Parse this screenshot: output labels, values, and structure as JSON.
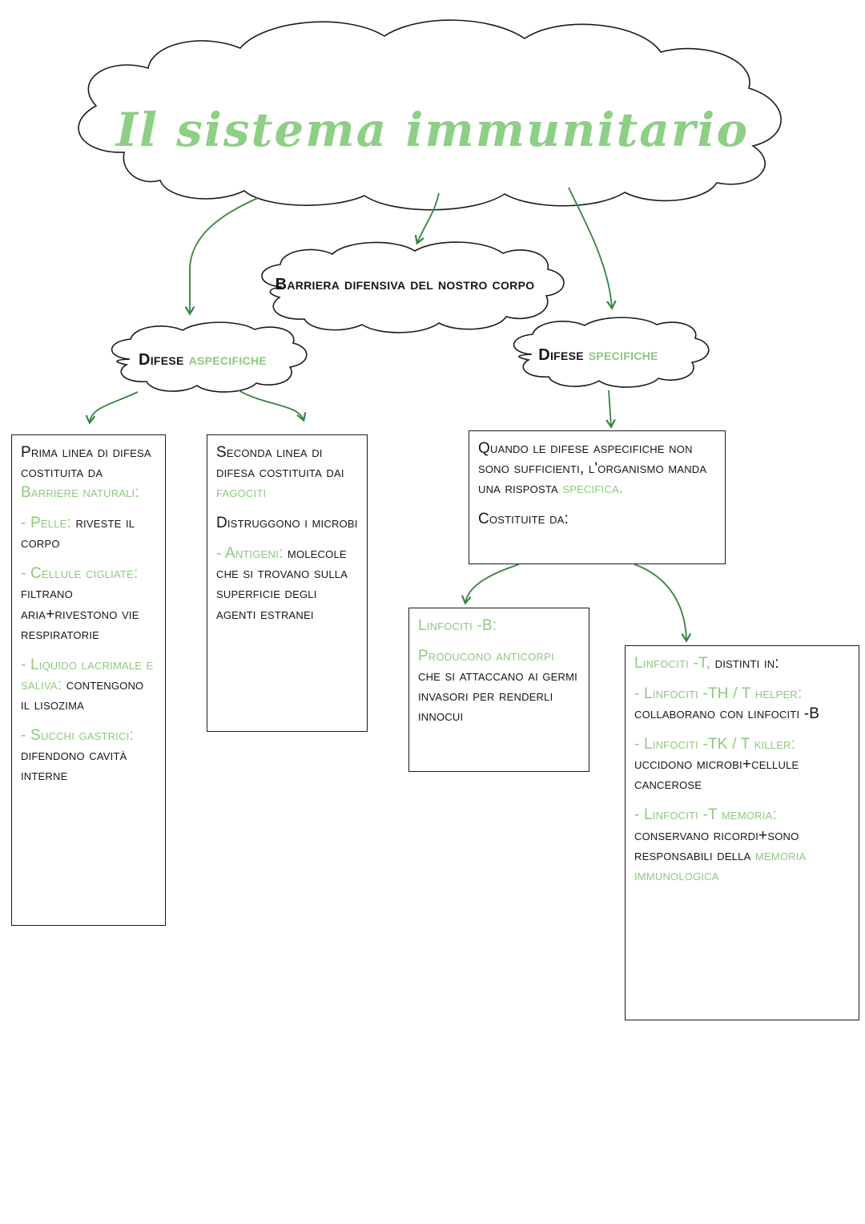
{
  "page": {
    "title_label": "Il sistema immunitario"
  },
  "colors": {
    "accent_green": "#8cc97e",
    "title_green": "#8ecf86",
    "arrow_green": "#35843e",
    "outline": "#1b1b1b",
    "text": "#161616",
    "background": "#ffffff"
  },
  "clouds": {
    "barrier_label": "Barriera difensiva del nostro corpo",
    "aspecific": {
      "prefix": "Difese ",
      "highlight": "aspecifiche"
    },
    "specific": {
      "prefix": "Difese ",
      "highlight": "specifiche"
    }
  },
  "boxes": {
    "first_line": [
      [
        {
          "t": "Prima linea di difesa costituita da ",
          "g": false
        },
        {
          "t": "Barriere naturali:",
          "g": true
        }
      ],
      [
        {
          "t": "- Pelle:",
          "g": true
        },
        {
          "t": " riveste il corpo",
          "g": false
        }
      ],
      [
        {
          "t": "- Cellule cigliate:",
          "g": true
        },
        {
          "t": " filtrano aria+rivestono vie respiratorie",
          "g": false
        }
      ],
      [
        {
          "t": "- Liquido lacrimale e saliva:",
          "g": true
        },
        {
          "t": " contengono il lisozima",
          "g": false
        }
      ],
      [
        {
          "t": "- Succhi gastrici:",
          "g": true
        },
        {
          "t": " difendono cavità interne",
          "g": false
        }
      ]
    ],
    "second_line": [
      [
        {
          "t": "Seconda linea di difesa costituita dai ",
          "g": false
        },
        {
          "t": "fagociti",
          "g": true
        }
      ],
      [
        {
          "t": "Distruggono i microbi",
          "g": false
        }
      ],
      [
        {
          "t": "- Antigeni:",
          "g": true
        },
        {
          "t": " molecole che si trovano sulla superficie degli agenti estranei",
          "g": false
        }
      ]
    ],
    "specific_intro": [
      [
        {
          "t": "Quando le difese aspecifiche non sono sufficienti, l'organismo manda una risposta ",
          "g": false
        },
        {
          "t": "specifica.",
          "g": true
        }
      ],
      [
        {
          "t": "Costituite da:",
          "g": false
        }
      ]
    ],
    "lymph_b": [
      [
        {
          "t": "Linfociti -B:",
          "g": true
        }
      ],
      [
        {
          "t": "Producono anticorpi",
          "g": true
        },
        {
          "t": " che si attaccano ai germi invasori per renderli innocui",
          "g": false
        }
      ]
    ],
    "lymph_t": [
      [
        {
          "t": "Linfociti -T,",
          "g": true
        },
        {
          "t": " distinti in:",
          "g": false
        }
      ],
      [
        {
          "t": "- Linfociti -TH / T helper:",
          "g": true
        },
        {
          "t": " collaborano con linfociti -B",
          "g": false
        }
      ],
      [
        {
          "t": "- Linfociti -TK / T killer:",
          "g": true
        },
        {
          "t": " uccidono microbi+cellule cancerose",
          "g": false
        }
      ],
      [
        {
          "t": "- Linfociti -T memoria:",
          "g": true
        },
        {
          "t": " conservano ricordi+sono responsabili della ",
          "g": false
        },
        {
          "t": "memoria immunologica",
          "g": true
        }
      ]
    ]
  }
}
